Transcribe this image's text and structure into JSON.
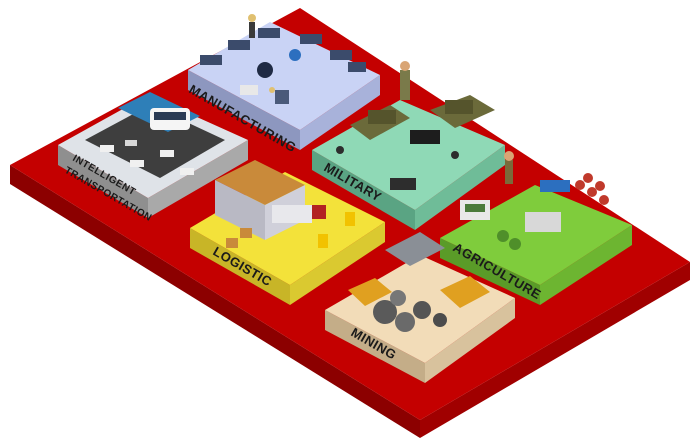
{
  "tiles": {
    "manufacturing": "MANUFACTURING",
    "military": "MILITARY",
    "transport_line1": "INTELLIGENT",
    "transport_line2": "TRANSPORTATION",
    "logistic": "LOGISTIC",
    "agriculture": "AGRICULTURE",
    "mining": "MINING"
  },
  "colors": {
    "base_top": "#c40000",
    "base_left": "#8c0000",
    "base_right": "#a00000",
    "manufacturing": "#c9d3f5",
    "military": "#8fd9b6",
    "transport": "#dfe3e8",
    "logistic": "#f3e23a",
    "agriculture": "#7fcc3c",
    "mining": "#f2dcb8"
  }
}
